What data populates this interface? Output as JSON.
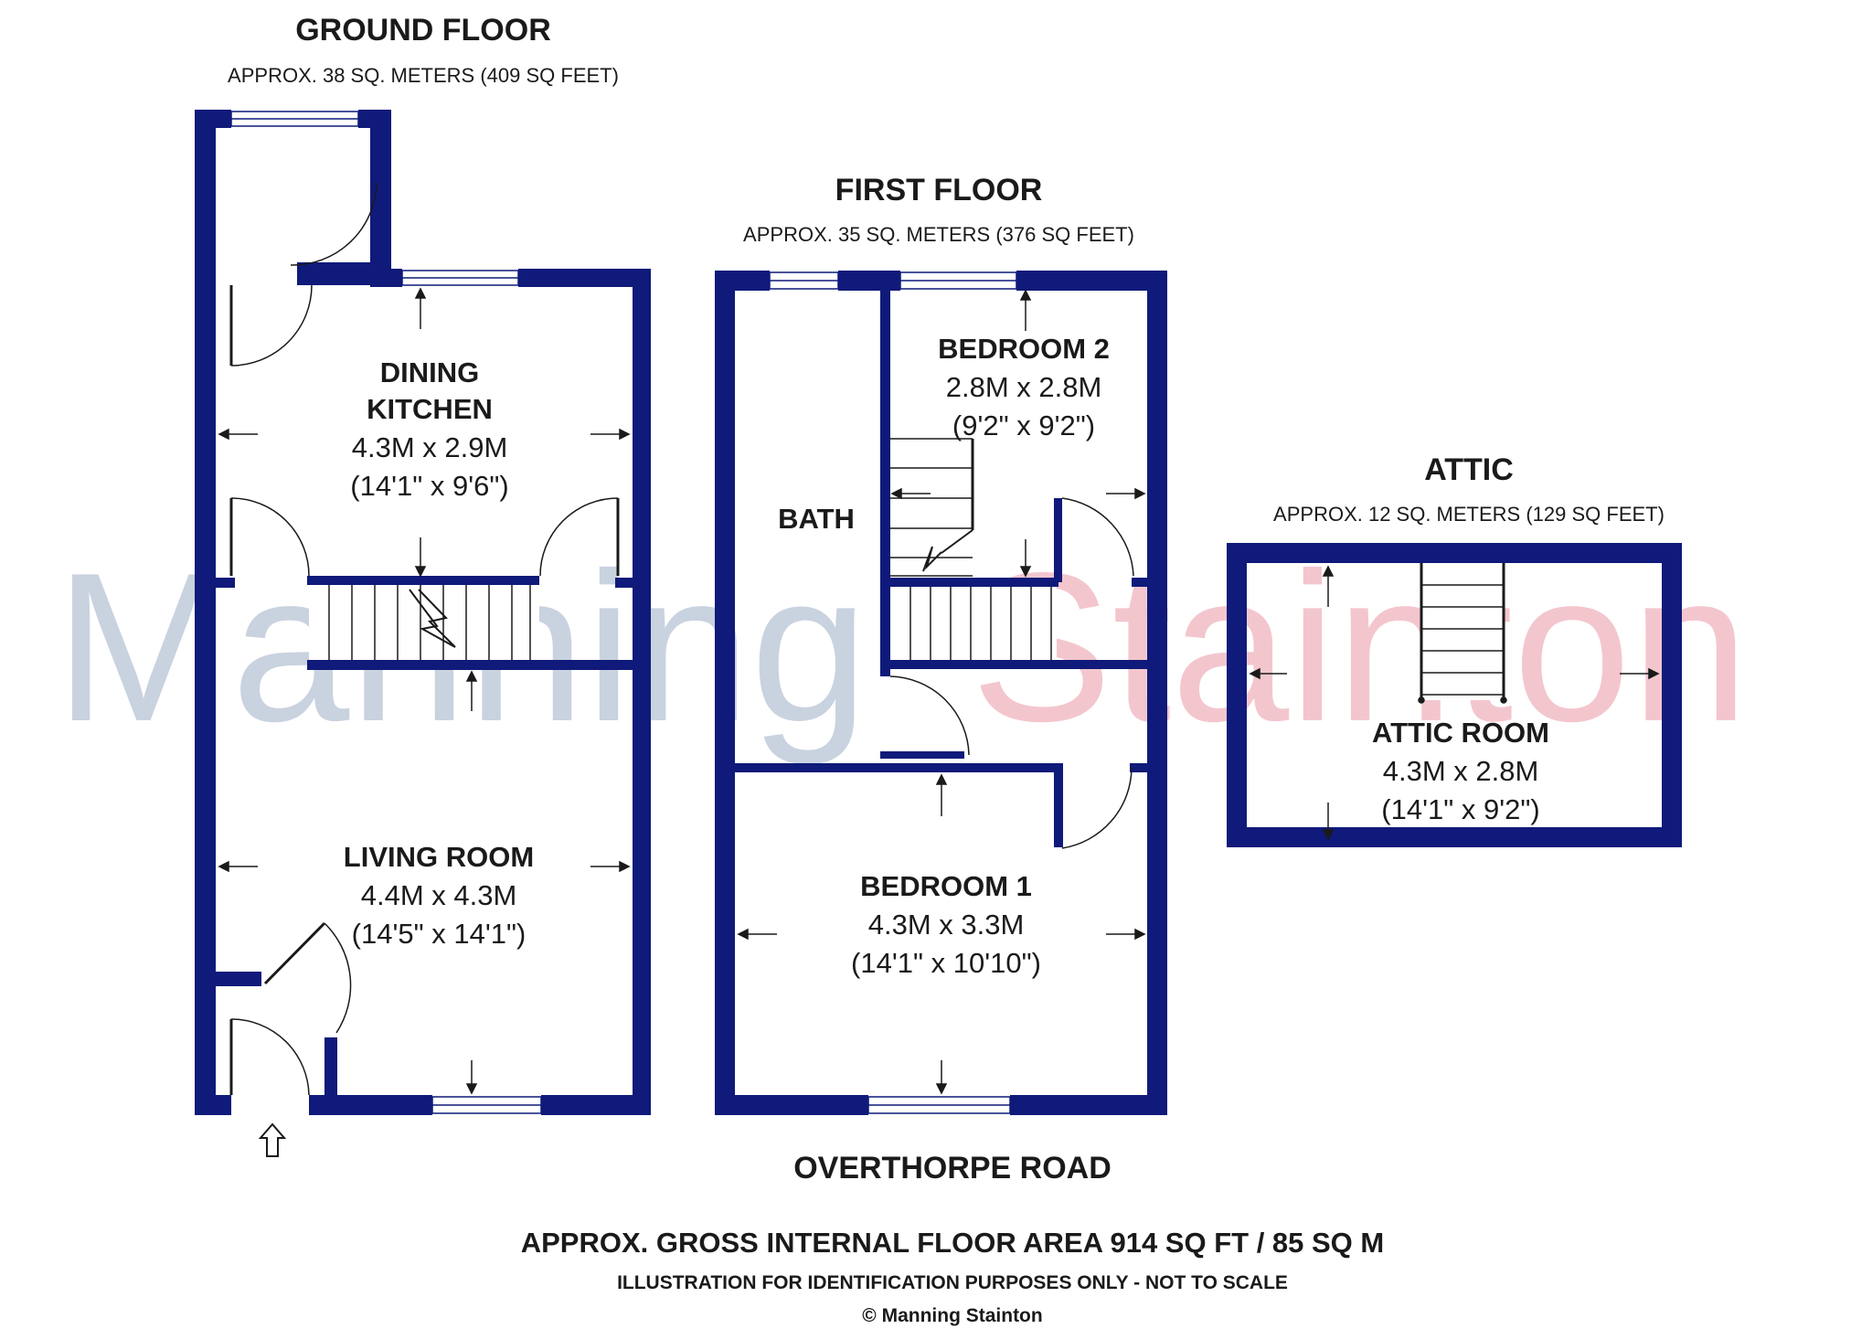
{
  "floors": {
    "ground": {
      "title": "GROUND FLOOR",
      "area": "APPROX. 38 SQ. METERS (409 SQ FEET)"
    },
    "first": {
      "title": "FIRST FLOOR",
      "area": "APPROX. 35 SQ. METERS (376 SQ FEET)"
    },
    "attic": {
      "title": "ATTIC",
      "area": "APPROX. 12 SQ. METERS (129 SQ FEET)"
    }
  },
  "rooms": {
    "dining_kitchen": {
      "name_line1": "DINING",
      "name_line2": "KITCHEN",
      "metric": "4.3M x 2.9M",
      "imperial": "(14'1\" x 9'6\")"
    },
    "living_room": {
      "name": "LIVING ROOM",
      "metric": "4.4M x 4.3M",
      "imperial": "(14'5\" x 14'1\")"
    },
    "bath": {
      "name": "BATH"
    },
    "bedroom2": {
      "name": "BEDROOM 2",
      "metric": "2.8M x 2.8M",
      "imperial": "(9'2\" x 9'2\")"
    },
    "bedroom1": {
      "name": "BEDROOM 1",
      "metric": "4.3M x 3.3M",
      "imperial": "(14'1\" x 10'10\")"
    },
    "attic_room": {
      "name": "ATTIC ROOM",
      "metric": "4.3M x 2.8M",
      "imperial": "(14'1\" x 9'2\")"
    }
  },
  "street": "OVERTHORPE ROAD",
  "watermark": {
    "word1": "Manning",
    "word2": "Stainton"
  },
  "footer": {
    "gross_area": "APPROX. GROSS INTERNAL FLOOR AREA 914 SQ FT / 85 SQ M",
    "disclaimer": "ILLUSTRATION FOR IDENTIFICATION PURPOSES ONLY - NOT TO SCALE",
    "copyright": "© Manning Stainton"
  },
  "colors": {
    "wall": "#0f1a7a",
    "watermark_grey": "#c9d2df",
    "watermark_pink": "#f3c6ce"
  }
}
